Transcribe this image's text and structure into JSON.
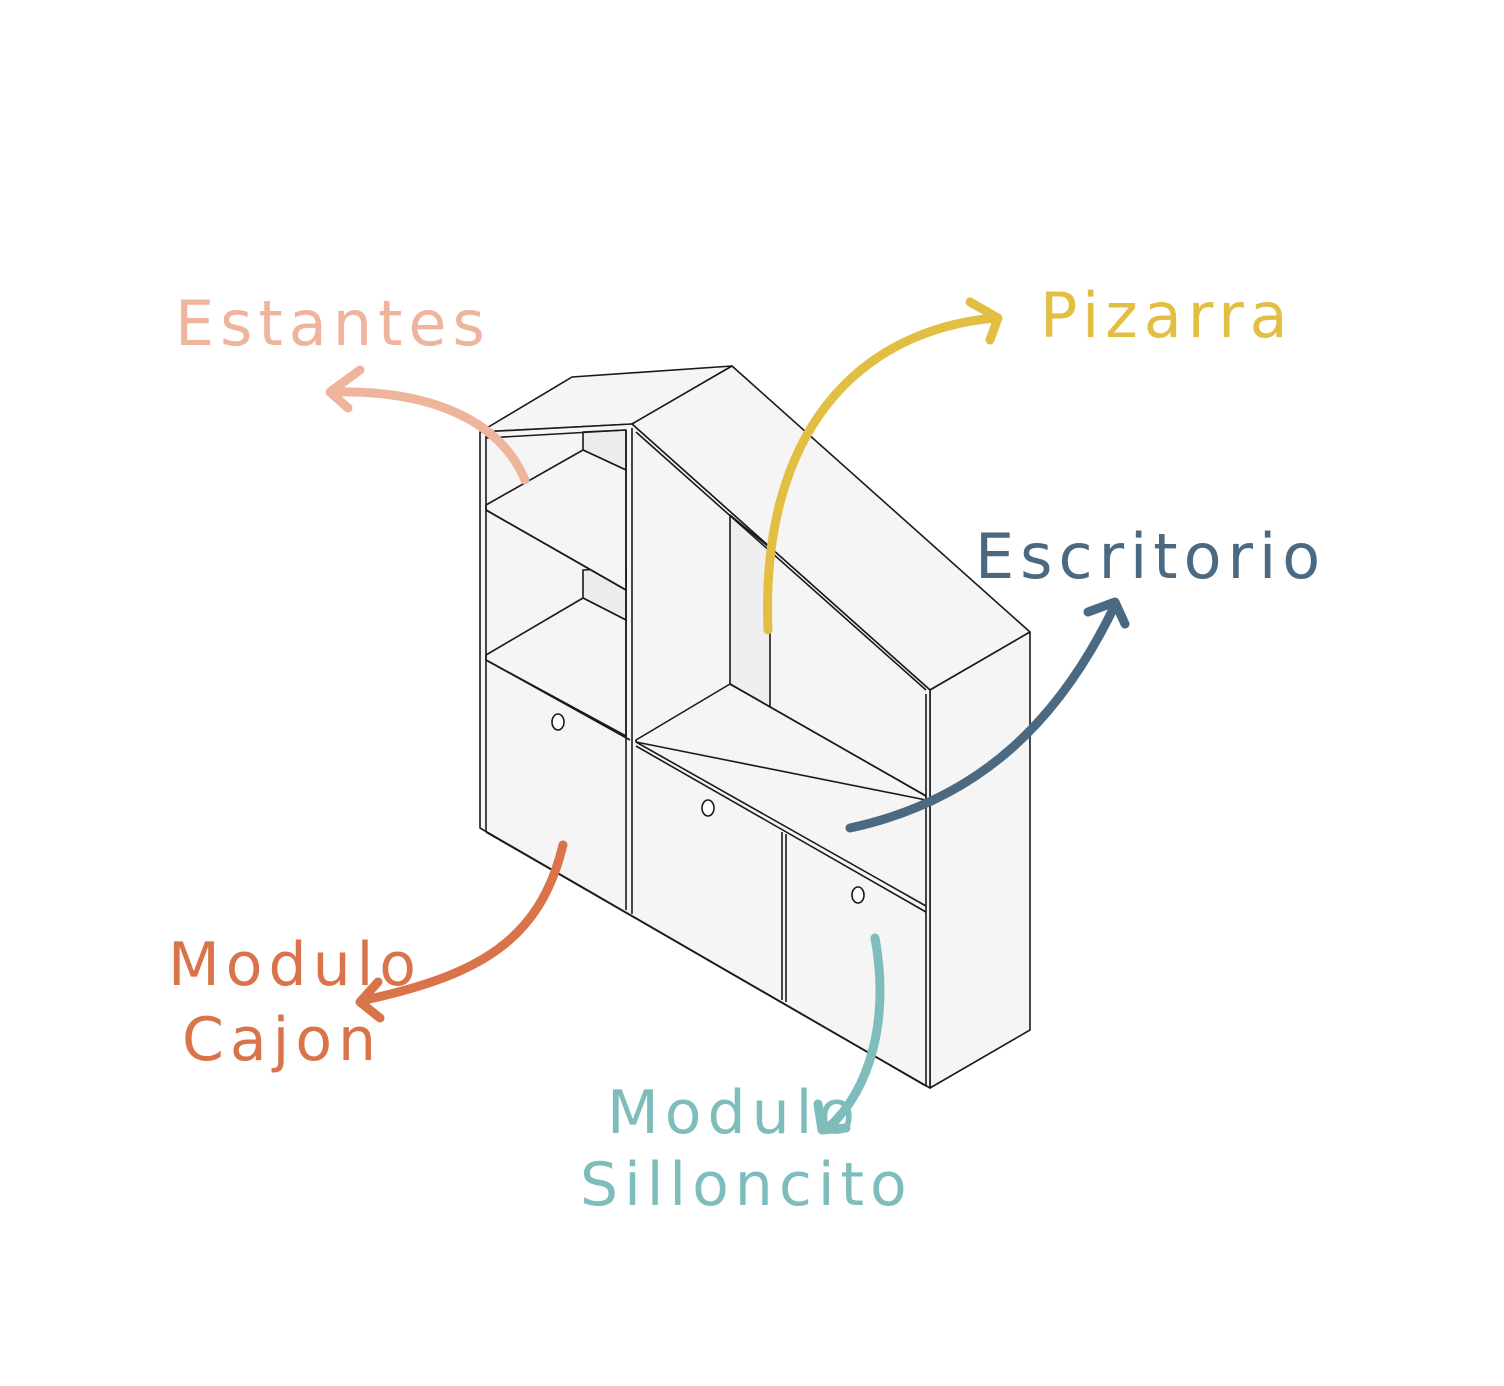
{
  "labels": {
    "estantes": "Estantes",
    "pizarra": "Pizarra",
    "escritorio": "Escritorio",
    "modulo_cajon_line1": "Modulo",
    "modulo_cajon_line2": "Cajon",
    "modulo_sillon_line1": "Modulo",
    "modulo_sillon_line2": "Silloncito"
  },
  "colors": {
    "estantes": "#efb49c",
    "pizarra": "#e2bf42",
    "escritorio": "#4b6a81",
    "modulo_cajon": "#d9734a",
    "modulo_sillon": "#7fbcbc",
    "furniture_fill": "#f5f5f5",
    "furniture_stroke": "#1a1a1a"
  }
}
